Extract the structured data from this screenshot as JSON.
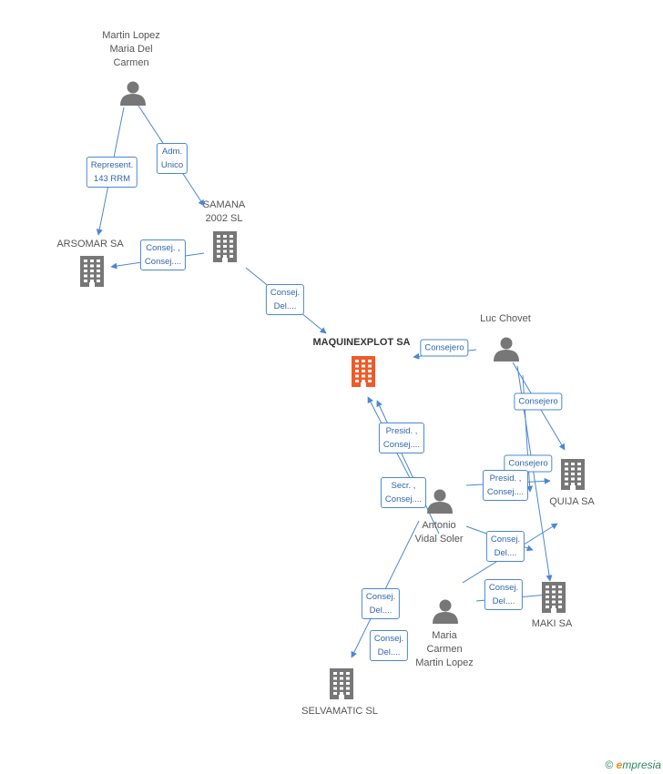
{
  "nodes": {
    "martin_lopez_maria_del_carmen_top": {
      "lines": [
        "Martin Lopez",
        "Maria Del",
        "Carmen"
      ],
      "kind": "person"
    },
    "samana": {
      "lines": [
        "SAMANA",
        "2002 SL"
      ],
      "kind": "company"
    },
    "arsomar": {
      "lines": [
        "ARSOMAR SA"
      ],
      "kind": "company"
    },
    "maquinexplot": {
      "lines": [
        "MAQUINEXPLOT SA"
      ],
      "kind": "company-focus"
    },
    "luc_chovet": {
      "lines": [
        "Luc Chovet"
      ],
      "kind": "person"
    },
    "quija": {
      "lines": [
        "QUIJA SA"
      ],
      "kind": "company"
    },
    "antonio_vidal_soler": {
      "lines": [
        "Antonio",
        "Vidal Soler"
      ],
      "kind": "person"
    },
    "maki": {
      "lines": [
        "MAKI SA"
      ],
      "kind": "company"
    },
    "maria_carmen_martin_lopez": {
      "lines": [
        "Maria",
        "Carmen",
        "Martin Lopez"
      ],
      "kind": "person"
    },
    "selvamatic": {
      "lines": [
        "SELVAMATIC SL"
      ],
      "kind": "company"
    }
  },
  "relations": {
    "represent": [
      "Represent.",
      "143 RRM"
    ],
    "adm_unico": [
      "Adm.",
      "Unico"
    ],
    "consej_arsomar": [
      "Consej. ,",
      "Consej...."
    ],
    "consej_del_samana": [
      "Consej.",
      "Del...."
    ],
    "consejero_luc_maq": [
      "Consejero"
    ],
    "consejero_luc_quija": [
      "Consejero"
    ],
    "presid_consej_maq": [
      "Presid. ,",
      "Consej...."
    ],
    "consejero_quija_2": [
      "Consejero"
    ],
    "presid_consej_quija": [
      "Presid. ,",
      "Consej...."
    ],
    "secr_consej": [
      "Secr. ,",
      "Consej...."
    ],
    "consej_del_antonio": [
      "Consej.",
      "Del...."
    ],
    "consej_del_maki": [
      "Consej.",
      "Del...."
    ],
    "consej_del_selva": [
      "Consej.",
      "Del...."
    ],
    "consej_del_selva_2": [
      "Consej.",
      "Del...."
    ]
  },
  "colors": {
    "edge": "#4a87d4",
    "icon": "#777777",
    "focus": "#f05a28"
  },
  "footer": {
    "copyright": "©",
    "brand_first": "e",
    "brand_rest": "mpresia"
  }
}
